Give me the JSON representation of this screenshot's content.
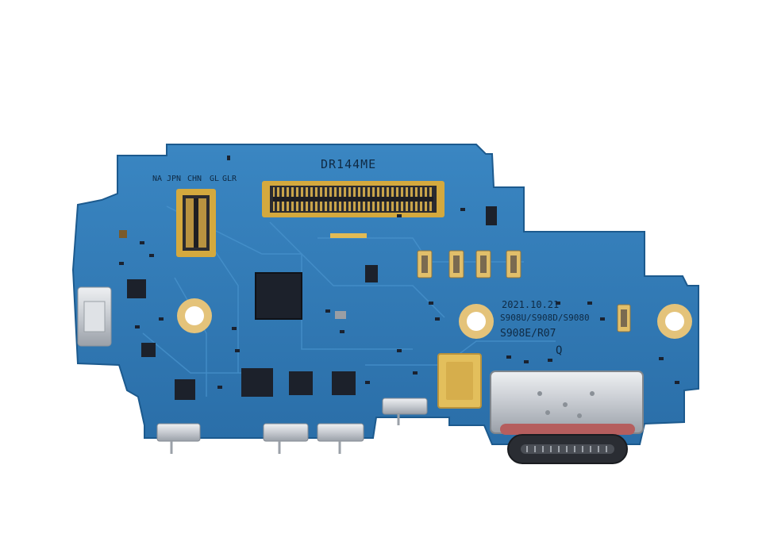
{
  "board": {
    "part_label": "DR144ME",
    "region_labels": [
      "NA",
      "JPN",
      "CHN",
      "GL",
      "GLR"
    ],
    "date_code": "2021.10.21",
    "model_line_1": "S908U/S908D/S9080",
    "model_line_2": "S908E/R07",
    "mark": "Q"
  },
  "colors": {
    "pcb": "#2f78b4",
    "pcb_edge": "#1f5e94",
    "gold": "#d9b24a",
    "chip": "#1a1f2a",
    "silver": "#c9cdd2",
    "background": "#ffffff"
  }
}
